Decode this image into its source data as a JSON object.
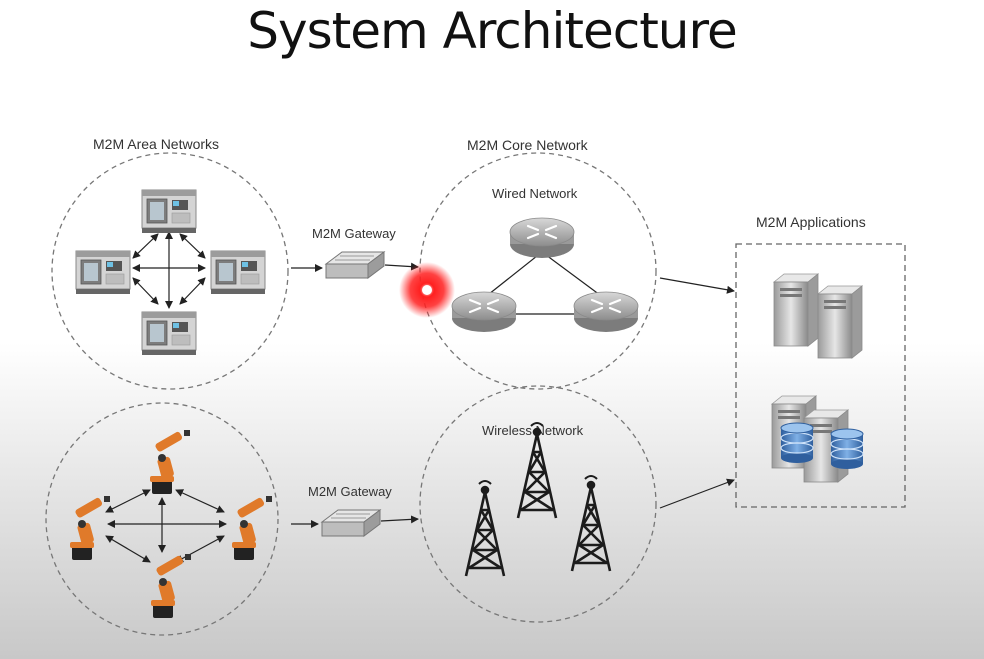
{
  "title": "System Architecture",
  "labels": {
    "area_networks": "M2M Area Networks",
    "core_network": "M2M Core Network",
    "wired_network": "Wired Network",
    "wireless_network": "Wireless Network",
    "gateway_top": "M2M Gateway",
    "gateway_bottom": "M2M Gateway",
    "applications": "M2M Applications"
  },
  "colors": {
    "robot": "#e07a2a",
    "cursor_highlight": "#ff1a1a",
    "database": "#4a7fc1"
  },
  "icons": [
    "cnc-machine-icon",
    "robot-arm-icon",
    "gateway-switch-icon",
    "router-icon",
    "cell-tower-icon",
    "server-icon",
    "database-server-icon"
  ]
}
